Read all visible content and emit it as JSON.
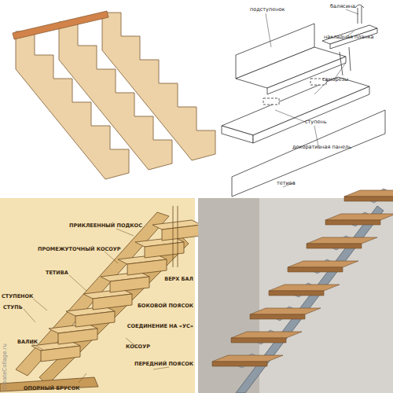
{
  "diagram": {
    "labels": [
      "подступенок",
      "балясина",
      "накладная планка",
      "саморезы",
      "ступень",
      "декоративная панель",
      "тетива",
      "ПРИКЛЕЕННЫЙ ПОДКОС",
      "ПРОМЕЖУТОЧНЫЙ КОСОУР",
      "ТЕТИВА",
      "СТУПЕНОК",
      "СТУПЬ",
      "ВАЛИК",
      "ОПОРНЫЙ БРУСОК",
      "КОСОУР",
      "ПЕРЕДНИЙ ПОЯСОК",
      "СОЕДИНЕНИЕ НА «УС»",
      "БОКОВОЙ ПОЯСОК",
      "ВЕРХ БАЛ",
      "CreateCollage.ru"
    ]
  }
}
